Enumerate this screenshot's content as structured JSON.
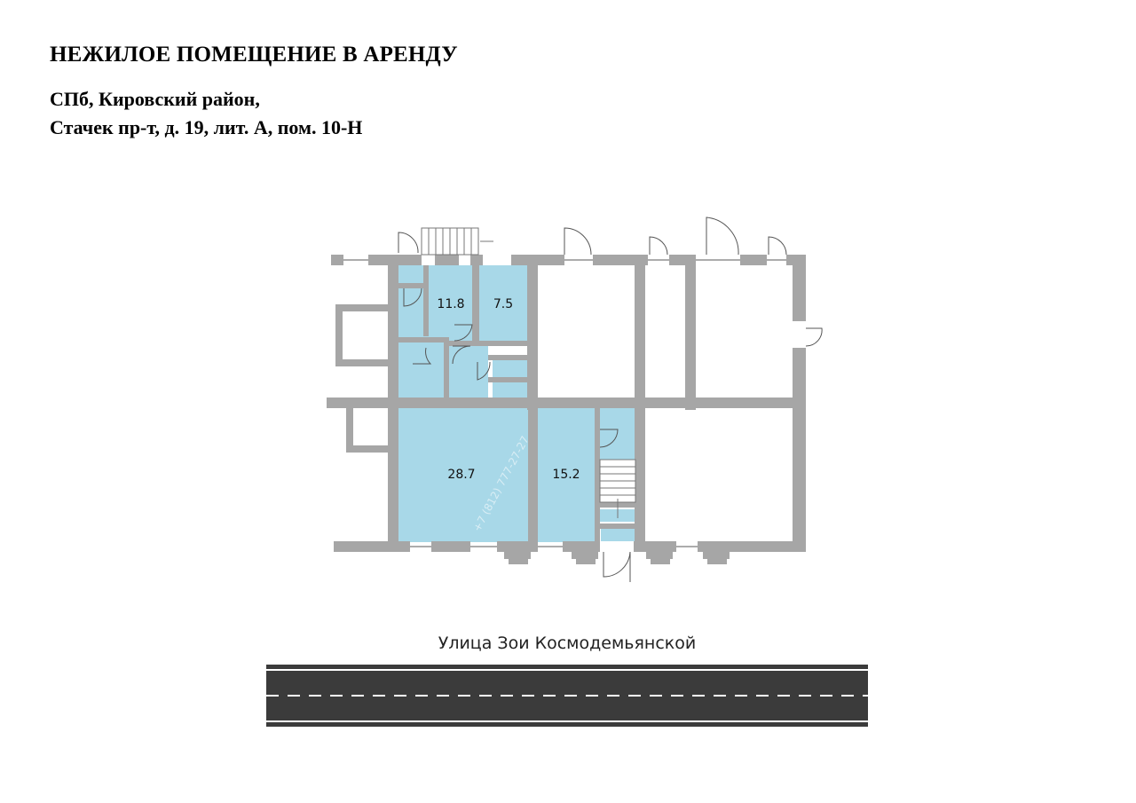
{
  "header": {
    "title": "НЕЖИЛОЕ ПОМЕЩЕНИЕ В АРЕНДУ",
    "address_line1": "СПб, Кировский район,",
    "address_line2": "Стачек пр-т, д. 19, лит. А, пом. 10-Н"
  },
  "rooms": [
    {
      "id": "room-1",
      "area_label": "11.8"
    },
    {
      "id": "room-2",
      "area_label": "7.5"
    },
    {
      "id": "room-3",
      "area_label": "28.7"
    },
    {
      "id": "room-4",
      "area_label": "15.2"
    }
  ],
  "street": {
    "name": "Улица Зои Космодемьянской"
  },
  "watermark": {
    "text": "+7 (812) 777-27-27"
  },
  "colors": {
    "wall": "#a6a6a6",
    "room_fill": "#a8d8e8",
    "road": "#3b3b3b",
    "road_line": "#ffffff"
  }
}
